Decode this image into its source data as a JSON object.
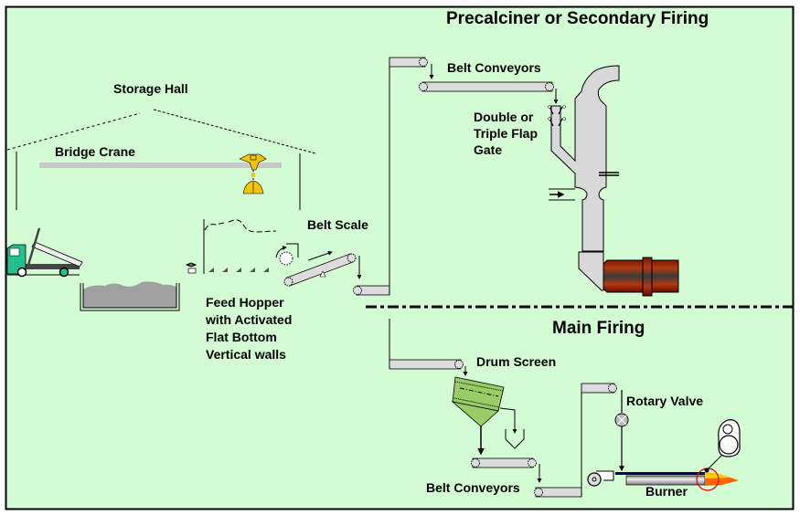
{
  "diagram": {
    "title_precalciner": "Precalciner or Secondary Firing",
    "title_main": "Main Firing",
    "labels": {
      "storage_hall": "Storage Hall",
      "bridge_crane": "Bridge Crane",
      "belt_scale": "Belt Scale",
      "feed_hopper": "Feed Hopper\nwith Activated\nFlat Bottom\nVertical walls",
      "belt_conveyors_top": "Belt Conveyors",
      "flap_gate": "Double or\nTriple Flap\nGate",
      "drum_screen": "Drum Screen",
      "rotary_valve": "Rotary Valve",
      "belt_conveyors_bottom": "Belt Conveyors",
      "burner": "Burner"
    },
    "colors": {
      "background": "#d4fcd4",
      "frame": "#000000",
      "conveyor_fill": "#dcdcdc",
      "equipment_gray": "#d8d8d8",
      "crane_yellow": "#f5c400",
      "truck_green": "#22c08c",
      "screen_green": "#99cc66",
      "kiln_red": "#8b2000",
      "flame_orange": "#ff6600",
      "flame_yellow": "#ffcc00",
      "red_circle": "#e00000",
      "material_gray": "#a0a0a0"
    }
  }
}
